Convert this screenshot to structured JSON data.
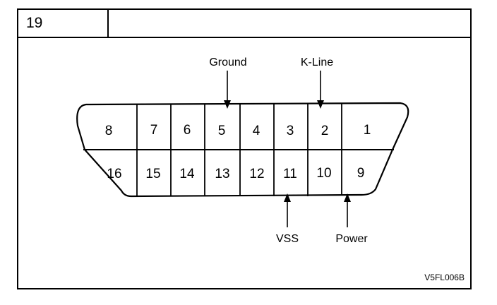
{
  "figure": {
    "number": "19",
    "code": "V5FL006B"
  },
  "connector": {
    "top_row": [
      "8",
      "7",
      "6",
      "5",
      "4",
      "3",
      "2",
      "1"
    ],
    "bottom_row": [
      "16",
      "15",
      "14",
      "13",
      "12",
      "11",
      "10",
      "9"
    ]
  },
  "callouts": {
    "ground": "Ground",
    "k_line": "K-Line",
    "vss": "VSS",
    "power": "Power"
  }
}
